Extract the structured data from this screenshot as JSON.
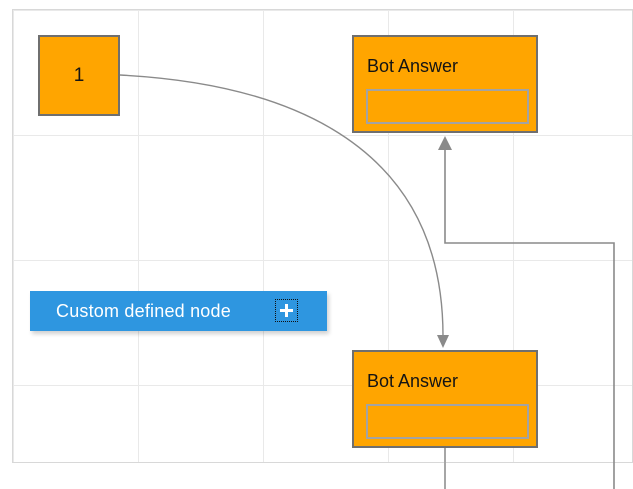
{
  "diagram": {
    "nodes": {
      "start": {
        "label": "1"
      },
      "bot_answer_top": {
        "label": "Bot Answer",
        "field_value": ""
      },
      "bot_answer_bottom": {
        "label": "Bot Answer",
        "field_value": ""
      },
      "custom": {
        "label": "Custom defined node"
      }
    },
    "icons": {
      "add_node": "plus-icon"
    },
    "connectors": [
      {
        "name": "curve-start-to-bottom-bot",
        "type": "bezier",
        "arrow": "down"
      },
      {
        "name": "ortho-to-top-bot",
        "type": "orthogonal",
        "arrow": "up"
      },
      {
        "name": "stub-below-bottom-bot",
        "type": "straight",
        "arrow": "none"
      }
    ]
  },
  "colors": {
    "node_orange": "#FFA500",
    "node_border": "#6F6F6F",
    "field_border": "#A3A3A3",
    "node_blue": "#2E96E0",
    "connector_gray": "#8A8A8A",
    "stub_gray": "#A6A6A6",
    "grid_line": "#E9E9E9",
    "page_border": "#D8D8D8",
    "canvas_bg": "#FFFFFF",
    "label_dark": "#141414",
    "label_light": "#FFFFFF"
  }
}
